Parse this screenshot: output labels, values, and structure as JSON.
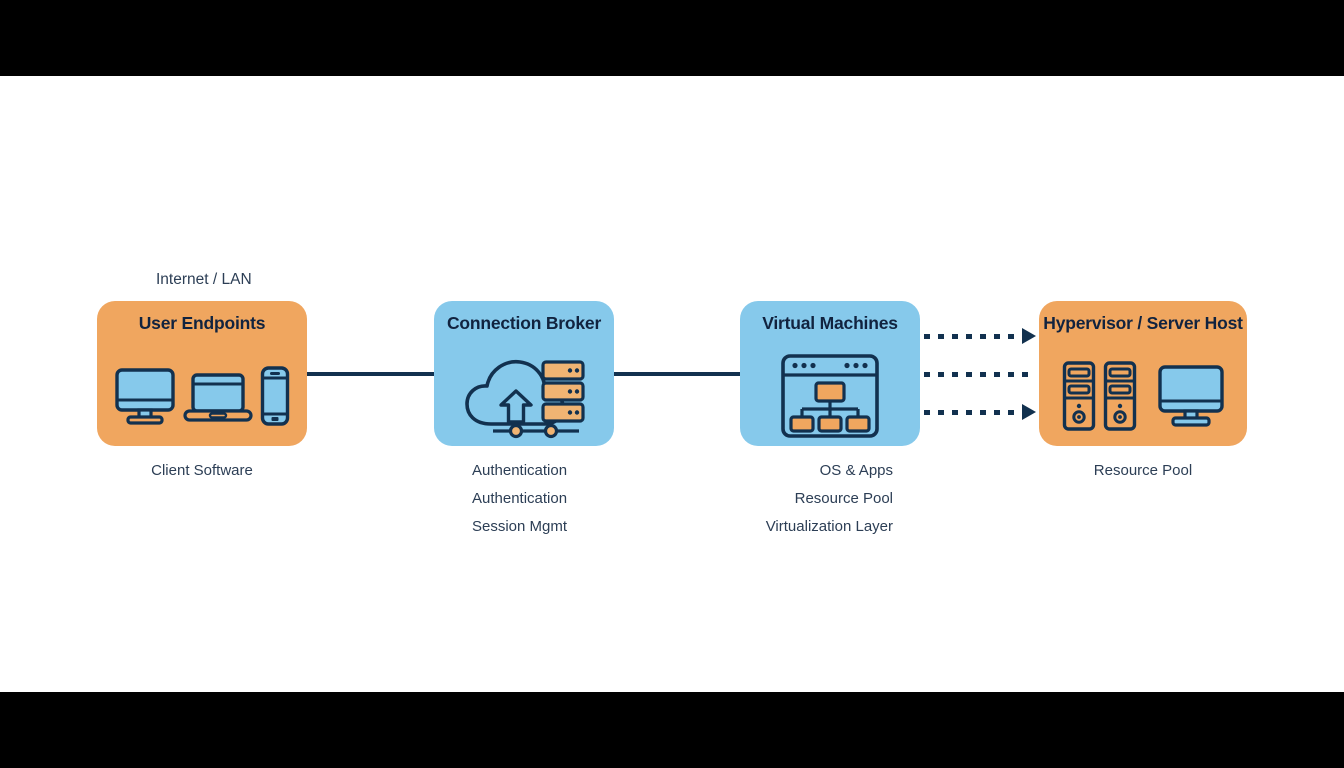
{
  "canvas": {
    "background": "#ffffff",
    "letterbox_color": "#000000",
    "accent_orange": "#F0A65F",
    "accent_blue": "#86C9EB",
    "line_color": "#12314F",
    "text_color": "#2C3E55"
  },
  "labels": {
    "network": "Internet / LAN"
  },
  "nodes": [
    {
      "id": "user-endpoints",
      "title": "User Endpoints",
      "color": "orange",
      "icons": [
        "desktop-monitor-icon",
        "laptop-icon",
        "smartphone-icon"
      ],
      "captions": [
        "Client Software"
      ],
      "caption_align": "center"
    },
    {
      "id": "connection-broker",
      "title": "Connection Broker",
      "color": "blue",
      "icons": [
        "cloud-server-network-icon"
      ],
      "captions": [
        "Authentication",
        "Authentication",
        "Session Mgmt"
      ],
      "caption_align": "left"
    },
    {
      "id": "virtual-machines",
      "title": "Virtual Machines",
      "color": "blue",
      "icons": [
        "vm-hierarchy-window-icon"
      ],
      "captions": [
        "OS & Apps",
        "Resource Pool",
        "Virtualization Layer"
      ],
      "caption_align": "right"
    },
    {
      "id": "hypervisor-server-host",
      "title": "Hypervisor / Server Host",
      "color": "orange",
      "icons": [
        "server-tower-icon",
        "server-tower-icon",
        "desktop-monitor-icon"
      ],
      "captions": [
        "Resource Pool"
      ],
      "caption_align": "center"
    }
  ],
  "connectors": [
    {
      "id": "endpoints-to-broker",
      "style": "solid",
      "arrow": false
    },
    {
      "id": "broker-to-vms",
      "style": "solid",
      "arrow": false
    },
    {
      "id": "vms-to-host-1",
      "style": "dotted",
      "arrow": true
    },
    {
      "id": "vms-to-host-2",
      "style": "dotted",
      "arrow": false
    },
    {
      "id": "vms-to-host-3",
      "style": "dotted",
      "arrow": true
    }
  ]
}
